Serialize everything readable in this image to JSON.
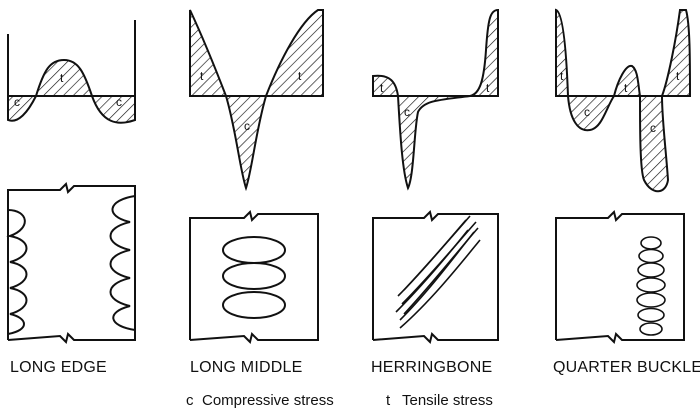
{
  "panels": [
    {
      "id": "long-edge",
      "label": "LONG EDGE"
    },
    {
      "id": "long-middle",
      "label": "LONG MIDDLE"
    },
    {
      "id": "herringbone",
      "label": "HERRINGBONE"
    },
    {
      "id": "quarter-buckle",
      "label": "QUARTER BUCKLE"
    }
  ],
  "symbols": {
    "compressive": "c",
    "tensile": "t"
  },
  "legend": [
    {
      "symbol": "c",
      "text": "Compressive stress"
    },
    {
      "symbol": "t",
      "text": "Tensile stress"
    }
  ]
}
